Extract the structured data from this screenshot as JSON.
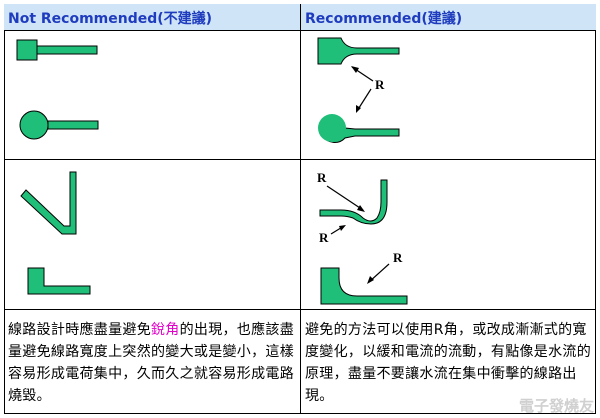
{
  "header": {
    "left": "Not Recommended(不建議)",
    "right": "Recommended(建議)"
  },
  "labels": {
    "r": "R"
  },
  "texts": {
    "left_pre": "線路設計時應盡量避免",
    "left_highlight": "銳角",
    "left_post": "的出現，也應該盡量避免線路寬度上突然的變大或是變小，這樣容易形成電荷集中，久而久之就容易形成電路燒毀。",
    "right": "避免的方法可以使用R角，或改成漸漸式的寬度變化，以緩和電流的流動，有點像是水流的原理，盡量不要讓水流在集中衝擊的線路出現。"
  },
  "watermark": "電子發燒友",
  "colors": {
    "trace": "#1fbf7a",
    "header_bg": "#cfe5f7",
    "header_text": "#1f3cbf",
    "highlight": "#e000c8"
  }
}
